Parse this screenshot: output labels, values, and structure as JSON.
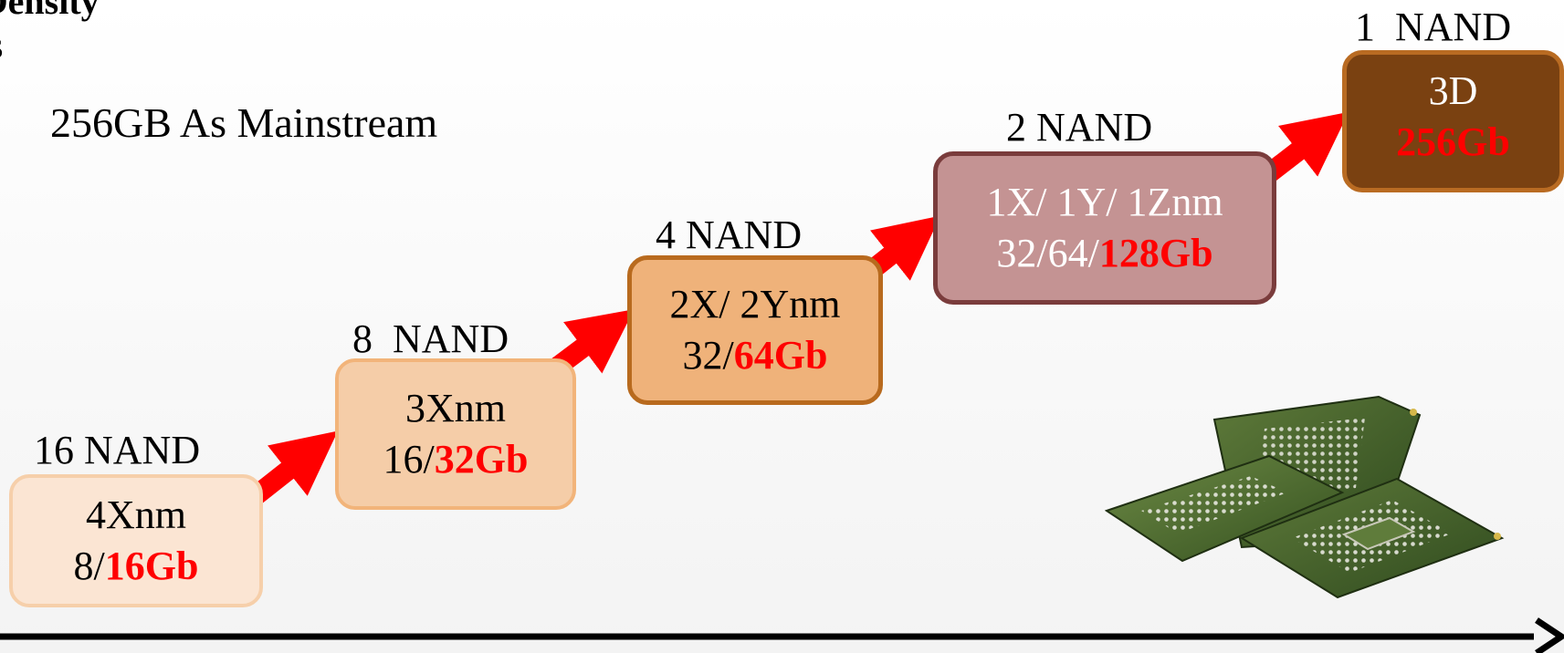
{
  "header": {
    "title": "e Density",
    "title_fragment": "s",
    "subtitle": "256GB As Mainstream"
  },
  "steps": [
    {
      "count": "16 NAND",
      "node": "4Xnm",
      "density_prefix": "8/",
      "density_highlight": "16Gb"
    },
    {
      "count": "8  NAND",
      "node": "3Xnm",
      "density_prefix": "16/",
      "density_highlight": "32Gb"
    },
    {
      "count": "4 NAND",
      "node": "2X/ 2Ynm",
      "density_prefix": "32/",
      "density_highlight": "64Gb"
    },
    {
      "count": "2 NAND",
      "node": "1X/ 1Y/ 1Znm",
      "density_prefix": "32/64/",
      "density_highlight": "128Gb"
    },
    {
      "count": "1  NAND",
      "node": "3D",
      "density_prefix": "",
      "density_highlight": "256Gb"
    }
  ],
  "colors": {
    "arrow": "#ff0000",
    "highlight_text": "#ff0000",
    "timeline": "#000000"
  },
  "icons": {
    "chip_image": "nand-chip-illustration",
    "timeline_arrow": "timeline-arrow-icon"
  }
}
